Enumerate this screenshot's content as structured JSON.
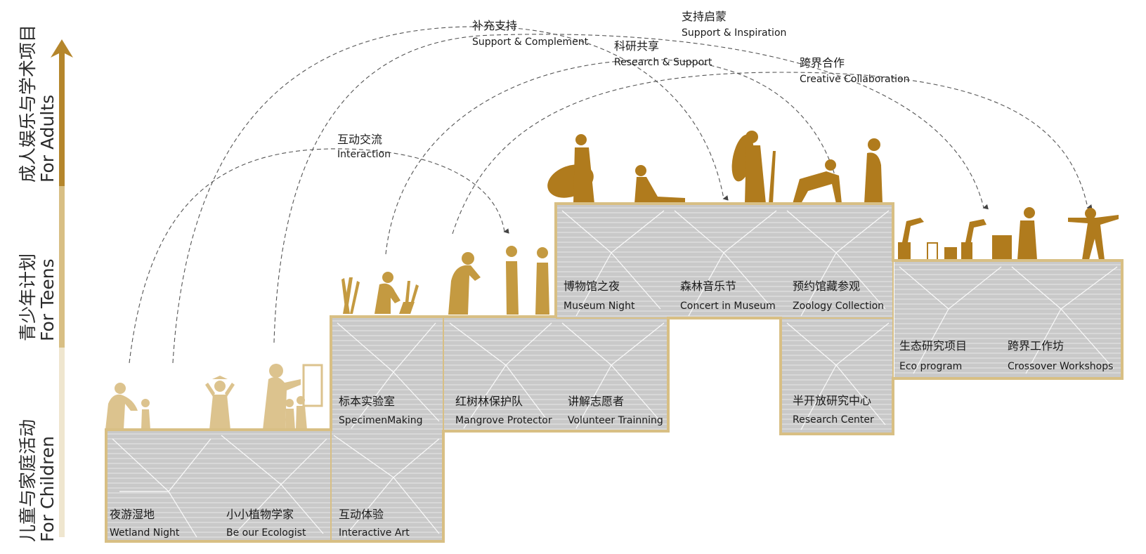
{
  "axis": {
    "adults": {
      "cn": "成人娱乐与学术项目",
      "en": "For Adults"
    },
    "teens": {
      "cn": "青少年计划",
      "en": "For Teens"
    },
    "children": {
      "cn": "儿童与家庭活动",
      "en": "For Children"
    }
  },
  "colors": {
    "gold_dark": "#b07b1d",
    "gold_mid": "#c49a41",
    "gold_light": "#dcc38e",
    "frame": "#d8bf84",
    "cream": "#efe6cf"
  },
  "arcs": [
    {
      "cn": "互动交流",
      "en": "Interaction"
    },
    {
      "cn": "补充支持",
      "en": "Support & Complement"
    },
    {
      "cn": "支持启蒙",
      "en": "Support & Inspiration"
    },
    {
      "cn": "科研共享",
      "en": "Research & Support"
    },
    {
      "cn": "跨界合作",
      "en": "Creative Collaboration"
    }
  ],
  "programs": {
    "children": [
      {
        "cn": "夜游湿地",
        "en": "Wetland Night"
      },
      {
        "cn": "小小植物学家",
        "en": "Be our Ecologist"
      },
      {
        "cn": "互动体验",
        "en": "Interactive Art"
      }
    ],
    "teens": [
      {
        "cn": "标本实验室",
        "en": "SpecimenMaking"
      },
      {
        "cn": "红树林保护队",
        "en": "Mangrove Protector"
      },
      {
        "cn": "讲解志愿者",
        "en": "Volunteer Trainning"
      }
    ],
    "adults": [
      {
        "cn": "博物馆之夜",
        "en": "Museum Night"
      },
      {
        "cn": "森林音乐节",
        "en": "Concert in Museum"
      },
      {
        "cn": "预约馆藏参观",
        "en": "Zoology Collection"
      }
    ],
    "research": [
      {
        "cn": "半开放研究中心",
        "en": "Research Center"
      }
    ],
    "crossover": [
      {
        "cn": "生态研究项目",
        "en": "Eco program"
      },
      {
        "cn": "跨界工作坊",
        "en": "Crossover Workshops"
      }
    ]
  }
}
